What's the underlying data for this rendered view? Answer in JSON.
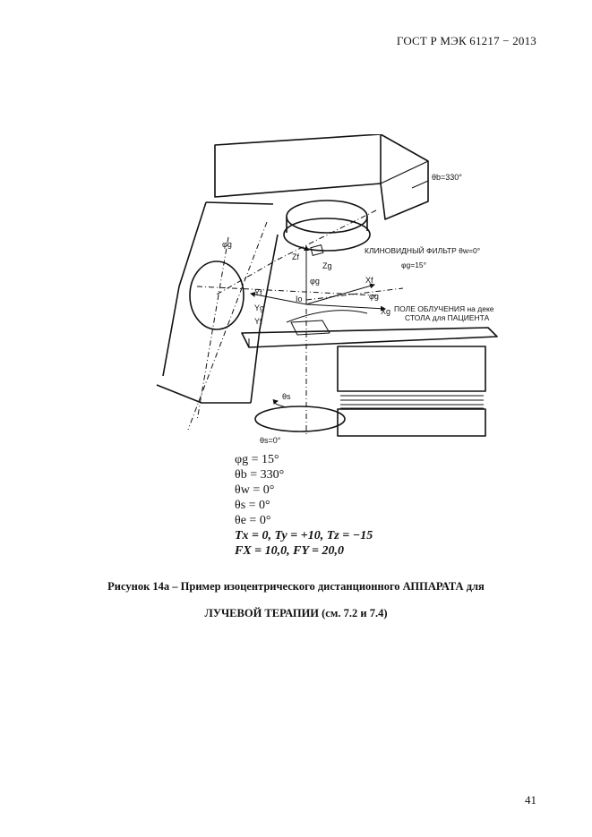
{
  "header": {
    "standard": "ГОСТ Р МЭК 61217 − 2013"
  },
  "figure": {
    "labels": {
      "theta_b": "θb=330°",
      "phi_g_left": "φg",
      "wedge_filter": "КЛИНОВИДНЫЙ ФИЛЬТР θw=0°",
      "wedge_phi": "φg=15°",
      "zf": "Zf",
      "zg": "Zg",
      "phi_g_center": "φg",
      "xf": "Xf",
      "phi_g_right": "φg",
      "xg": "Xg",
      "yf": "Yf",
      "yg": "Yg",
      "yt": "Yt",
      "io": "Io",
      "field_line1": "ПОЛЕ ОБЛУЧЕНИЯ на деке",
      "field_line2": "СТОЛА для ПАЦИЕНТА",
      "theta_s": "θs",
      "theta_s0": "θs=0°"
    }
  },
  "parameters": {
    "phi_g": "φg = 15°",
    "theta_b": "θb = 330°",
    "theta_w": "θw = 0°",
    "theta_s": "θs = 0°",
    "theta_e": "θe = 0°",
    "translations": "Tx = 0,  Ty = +10,  Tz = −15",
    "field": "FX = 10,0,  FY = 20,0"
  },
  "caption": {
    "line1": "Рисунок 14а – Пример изоцентрического дистанционного АППАРАТА для",
    "line2": "ЛУЧЕВОЙ ТЕРАПИИ (см. 7.2 и 7.4)"
  },
  "page_number": "41"
}
